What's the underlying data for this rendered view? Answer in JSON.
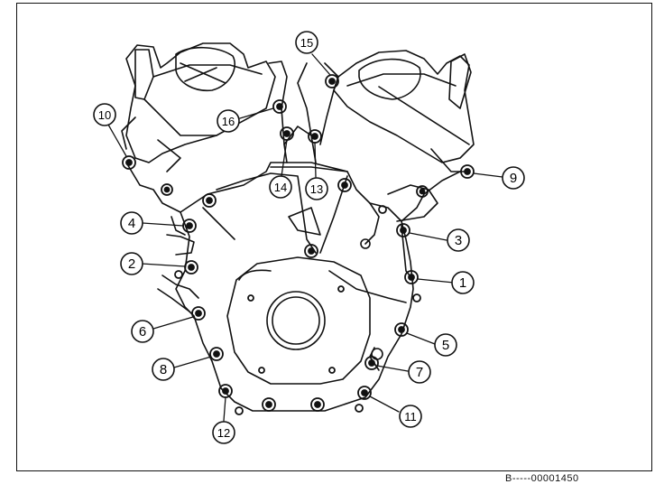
{
  "figure": {
    "bolt_callouts": [
      {
        "number": "1"
      },
      {
        "number": "2"
      },
      {
        "number": "3"
      },
      {
        "number": "4"
      },
      {
        "number": "5"
      },
      {
        "number": "6"
      },
      {
        "number": "7"
      },
      {
        "number": "8"
      },
      {
        "number": "9"
      },
      {
        "number": "10"
      },
      {
        "number": "11"
      },
      {
        "number": "12"
      },
      {
        "number": "13"
      },
      {
        "number": "14"
      },
      {
        "number": "15"
      },
      {
        "number": "16"
      }
    ],
    "reference_code": "B-----00001450"
  }
}
